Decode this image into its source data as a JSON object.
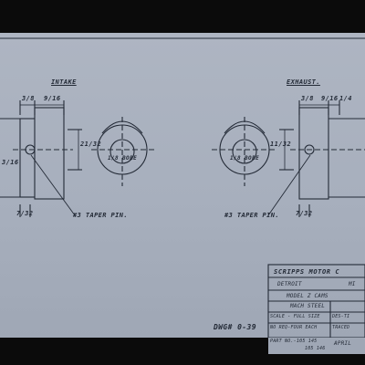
{
  "drawing": {
    "views": {
      "intake_label": "INTAKE",
      "exhaust_label": "EXHAUST."
    },
    "callouts": {
      "left_pin": "#3 TAPER PIN.",
      "right_pin": "#3 TAPER PIN."
    },
    "dimensions": {
      "left_a": "3/8",
      "left_b": "9/16",
      "left_c": "21/32",
      "left_d": "7/32",
      "left_side": "3/16",
      "right_a": "3/8",
      "right_b": "9/16",
      "right_c": "11/32",
      "right_d": "7/32",
      "right_e": "1/4"
    },
    "bore_marks": {
      "left": "1/8 BORE",
      "right": "1/8 BORE"
    },
    "dwg_number": "DWG# 0-39"
  },
  "title_block": {
    "company": "SCRIPPS MOTOR C",
    "city": "DETROIT",
    "state": "MI",
    "model": "MODEL Z  CAMS",
    "material": "MACH STEEL",
    "scale": "SCALE - FULL SIZE",
    "designer": "DES-TI",
    "quantity": "NO REQ-FOUR EACH",
    "traced": "TRACED",
    "part_no": "PART NO.-105 145",
    "part_no_2": "105 146",
    "date": "APRIL"
  },
  "colors": {
    "ink": "#232a36",
    "paper": "#a9b0be",
    "border": "#0b0b0b"
  }
}
